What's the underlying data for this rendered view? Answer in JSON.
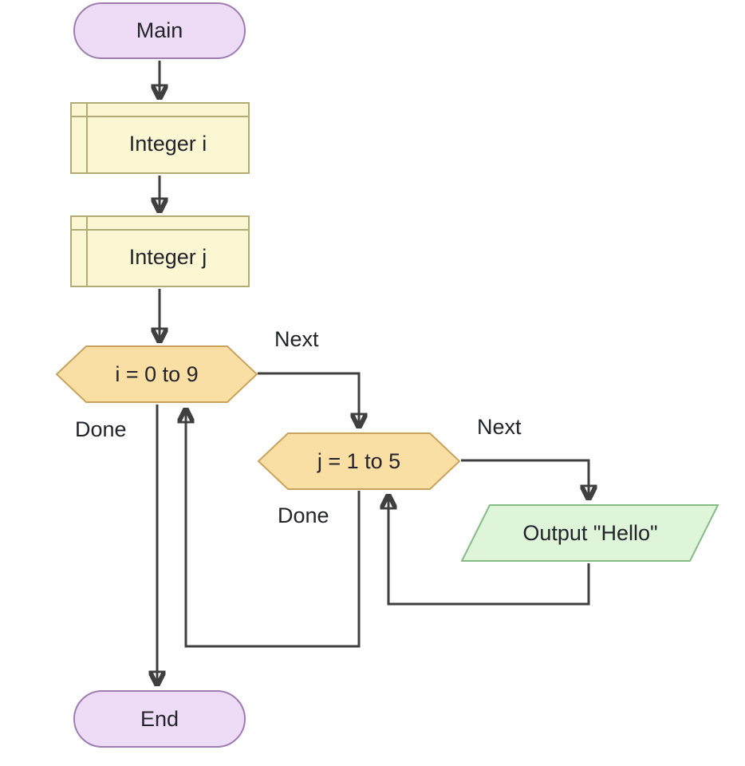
{
  "diagram_type": "flowchart",
  "nodes": {
    "main": {
      "label": "Main",
      "shape": "terminal"
    },
    "declare_i": {
      "label": "Integer i",
      "shape": "declare"
    },
    "declare_j": {
      "label": "Integer j",
      "shape": "declare"
    },
    "loop_i": {
      "label": "i = 0 to 9",
      "shape": "loop"
    },
    "loop_j": {
      "label": "j = 1 to 5",
      "shape": "loop"
    },
    "output_hello": {
      "label": "Output \"Hello\"",
      "shape": "output"
    },
    "end": {
      "label": "End",
      "shape": "terminal"
    }
  },
  "edge_labels": {
    "loop_i_next": "Next",
    "loop_i_done": "Done",
    "loop_j_next": "Next",
    "loop_j_done": "Done"
  },
  "colors": {
    "background": "#ffffff",
    "connector": "#3f3f3f",
    "text": "#23232b",
    "terminal_fill": "#eedcf6",
    "terminal_border": "#9f7cb1",
    "declare_fill": "#fbf7d3",
    "declare_border": "#b3ab74",
    "loop_fill": "#fadfa4",
    "loop_border": "#c9a25e",
    "output_fill": "#def5da",
    "output_border": "#86ba86"
  }
}
